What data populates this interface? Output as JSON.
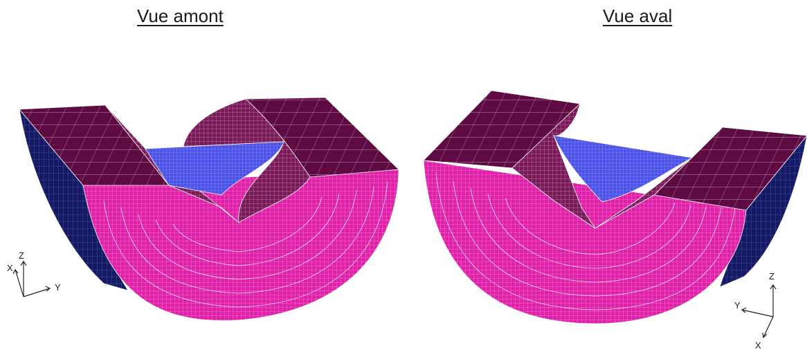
{
  "views": [
    {
      "title": "Vue amont"
    },
    {
      "title": "Vue aval"
    }
  ],
  "axes": {
    "left": {
      "vertical": "Z",
      "depth": "X",
      "horizontal": "Y"
    },
    "right": {
      "vertical": "Z",
      "depth": "X",
      "horizontal": "Y"
    }
  },
  "colors": {
    "outer_face": "#e020a8",
    "top_face": "#5e0b44",
    "inner_slope": "#7a1a58",
    "reservoir": "#4a52e8",
    "side_face": "#141a66",
    "mesh_line": "#ffffff"
  }
}
